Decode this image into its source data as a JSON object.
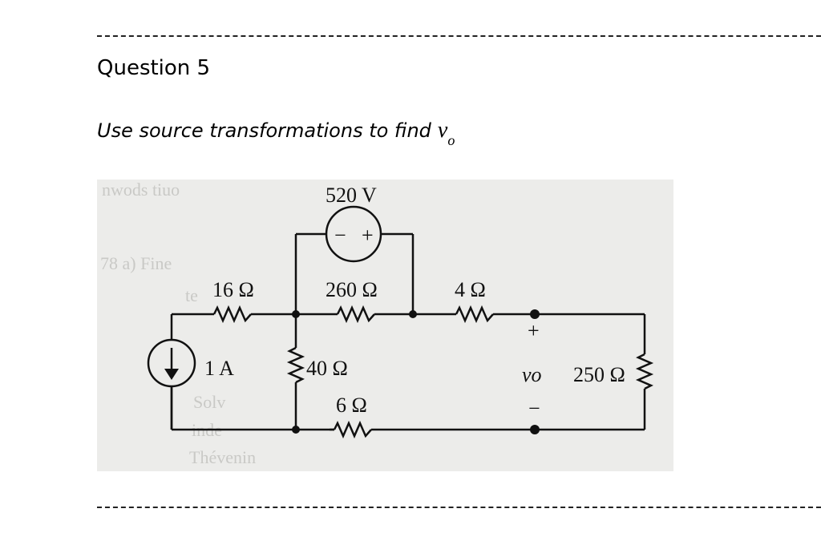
{
  "question": {
    "title": "Question 5",
    "instruction_text": "Use source transformations to find",
    "variable": "v",
    "variable_subscript": "o"
  },
  "circuit": {
    "voltage_source": "520 V",
    "voltage_source_polarity": "− +",
    "current_source": "1 A",
    "resistors": {
      "r16": "16 Ω",
      "r260": "260 Ω",
      "r4": "4 Ω",
      "r40": "40 Ω",
      "r6": "6 Ω",
      "r250": "250 Ω"
    },
    "output": {
      "label": "vo",
      "plus": "+",
      "minus": "−"
    }
  }
}
